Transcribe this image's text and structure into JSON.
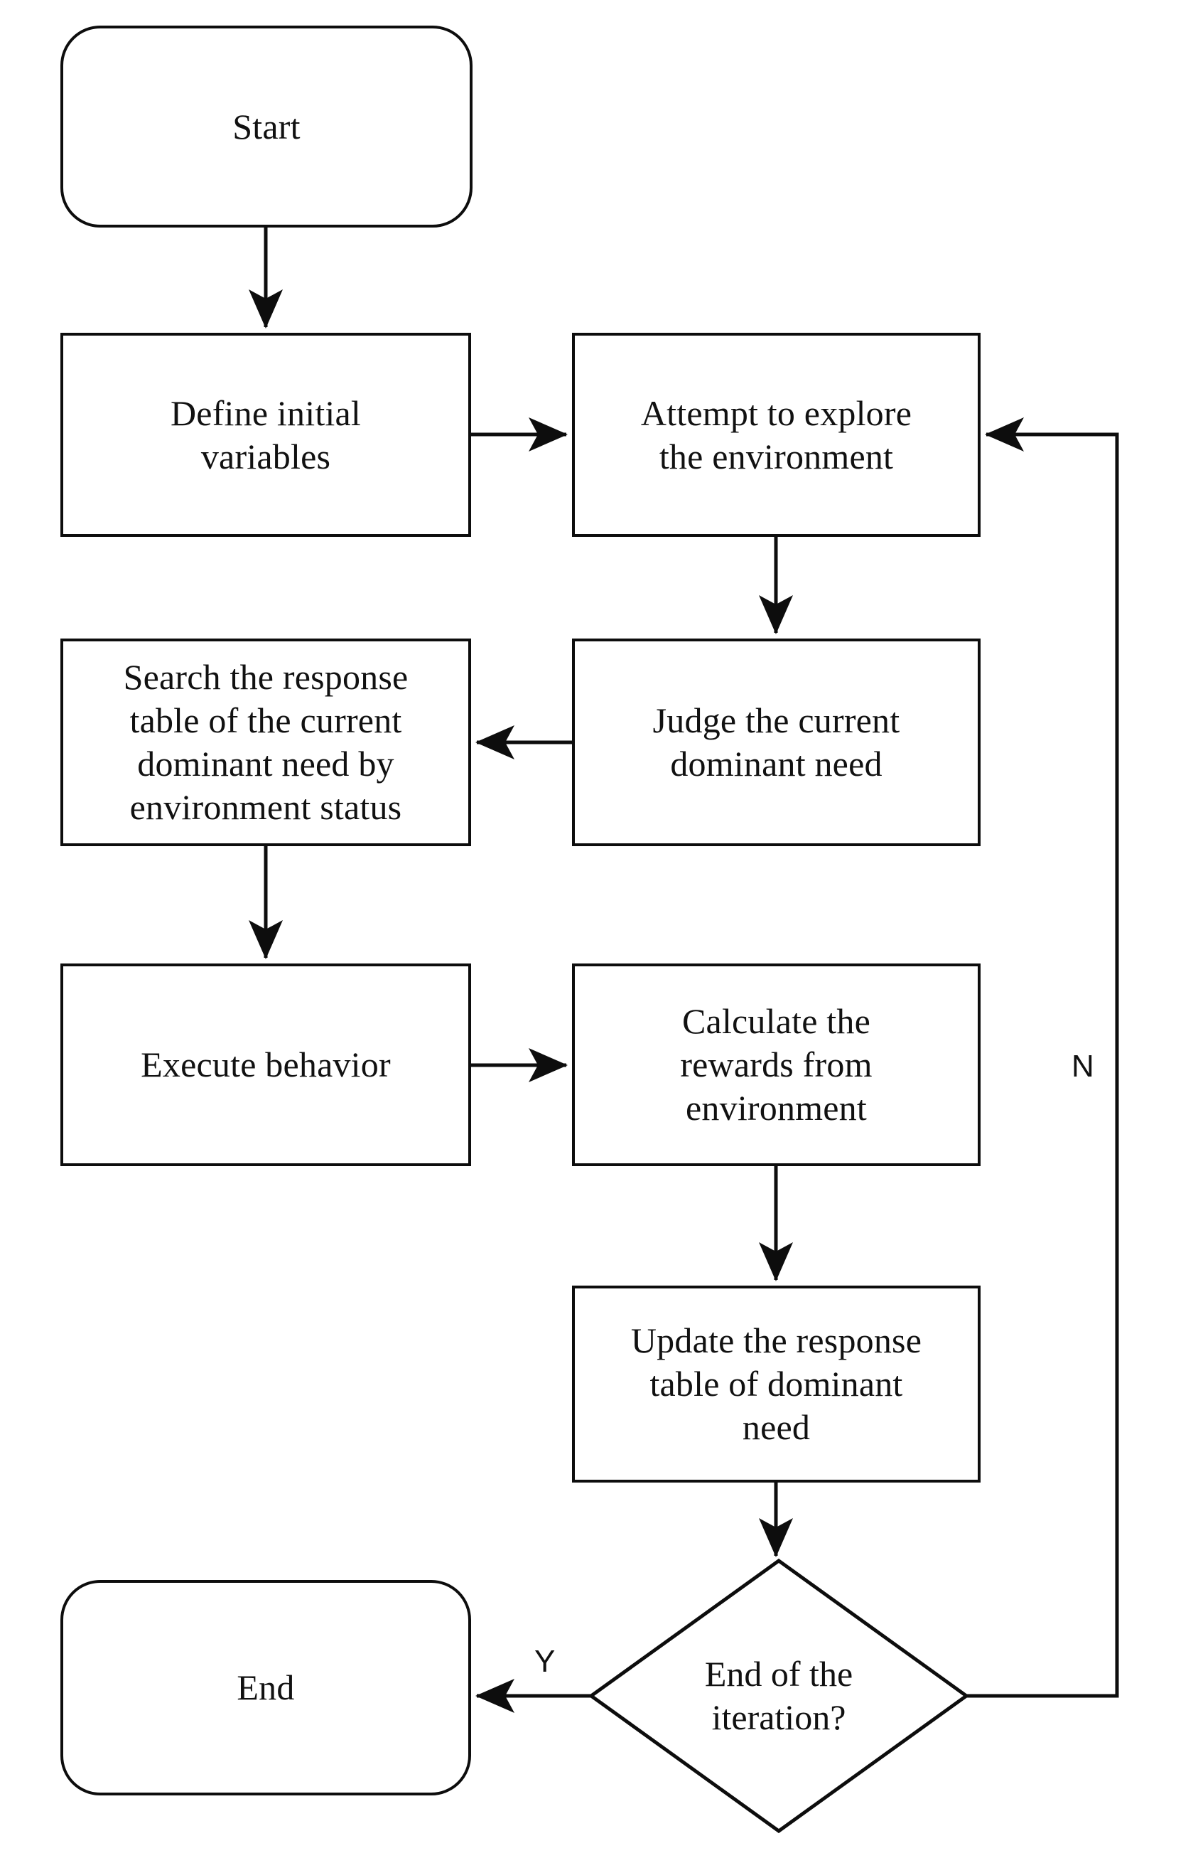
{
  "diagram": {
    "title": "Reinforcement learning dominant-need flowchart",
    "background_color": "#ffffff",
    "stroke_color": "#0d0d0d",
    "text_color": "#111111"
  },
  "nodes": {
    "start": {
      "label": "Start",
      "shape": "terminal"
    },
    "define_variables": {
      "label": "Define initial\nvariables",
      "shape": "process"
    },
    "explore_environment": {
      "label": "Attempt to explore\nthe environment",
      "shape": "process"
    },
    "search_table": {
      "label": "Search the response\ntable of the current\ndominant need by\nenvironment status",
      "shape": "process"
    },
    "judge_need": {
      "label": "Judge the current\ndominant need",
      "shape": "process"
    },
    "execute_behavior": {
      "label": "Execute behavior",
      "shape": "process"
    },
    "calculate_rewards": {
      "label": "Calculate the\nrewards from\nenvironment",
      "shape": "process"
    },
    "update_table": {
      "label": "Update the response\ntable of dominant\nneed",
      "shape": "process"
    },
    "end_of_iteration": {
      "label": "End of the\niteration?",
      "shape": "decision"
    },
    "end": {
      "label": "End",
      "shape": "terminal"
    }
  },
  "edge_labels": {
    "yes": "Y",
    "no": "N"
  }
}
